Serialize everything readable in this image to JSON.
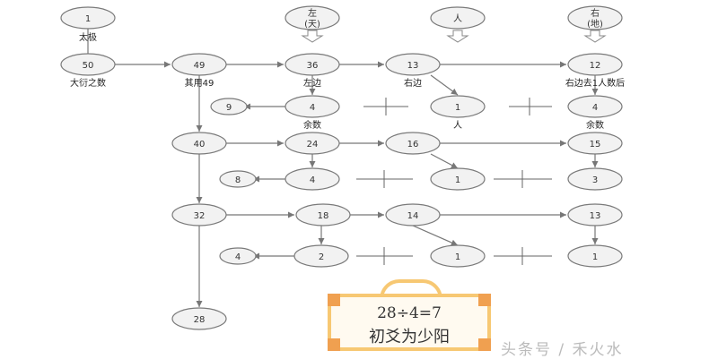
{
  "nodes": {
    "taiji": "1",
    "left_heaven": "左\n(天)",
    "left_top": "左",
    "left_sub": "(天)",
    "person_top": "人",
    "right_top": "右",
    "right_sub": "(地)",
    "n50": "50",
    "n49": "49",
    "n36": "36",
    "n13": "13",
    "n12": "12",
    "n9": "9",
    "n4a": "4",
    "n1a": "1",
    "n4b": "4",
    "n40": "40",
    "n24": "24",
    "n16": "16",
    "n15": "15",
    "n8": "8",
    "n4c": "4",
    "n1b": "1",
    "n3": "3",
    "n32": "32",
    "n18": "18",
    "n14": "14",
    "n13b": "13",
    "n4d": "4",
    "n2": "2",
    "n1c": "1",
    "n1d": "1",
    "n28": "28"
  },
  "labels": {
    "taiji": "太极",
    "dayan": "大衍之数",
    "qiyong": "其用49",
    "left": "左边",
    "right": "右边",
    "right_after": "右边去1人数后",
    "remainder_left": "余数",
    "person": "人",
    "remainder_right": "余数"
  },
  "board": {
    "line1": "28÷4=7",
    "line2": "初爻为少阳"
  },
  "watermark": "头条号 / 禾火水"
}
